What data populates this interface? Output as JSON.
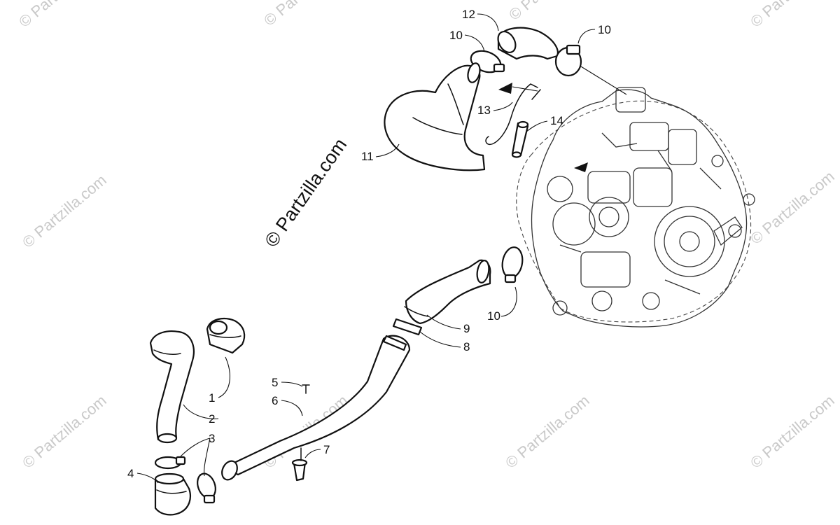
{
  "watermark": {
    "text": "© Partzilla.com"
  },
  "callouts": [
    {
      "id": "c1",
      "label": "1"
    },
    {
      "id": "c2",
      "label": "2"
    },
    {
      "id": "c3",
      "label": "3"
    },
    {
      "id": "c4",
      "label": "4"
    },
    {
      "id": "c5",
      "label": "5"
    },
    {
      "id": "c6",
      "label": "6"
    },
    {
      "id": "c7",
      "label": "7"
    },
    {
      "id": "c8",
      "label": "8"
    },
    {
      "id": "c9",
      "label": "9"
    },
    {
      "id": "c10a",
      "label": "10"
    },
    {
      "id": "c10b",
      "label": "10"
    },
    {
      "id": "c10c",
      "label": "10"
    },
    {
      "id": "c11",
      "label": "11"
    },
    {
      "id": "c12",
      "label": "12"
    },
    {
      "id": "c13",
      "label": "13"
    },
    {
      "id": "c14",
      "label": "14"
    }
  ],
  "colors": {
    "line": "#111111",
    "watermark": "#c9c9c9",
    "background": "#ffffff"
  }
}
